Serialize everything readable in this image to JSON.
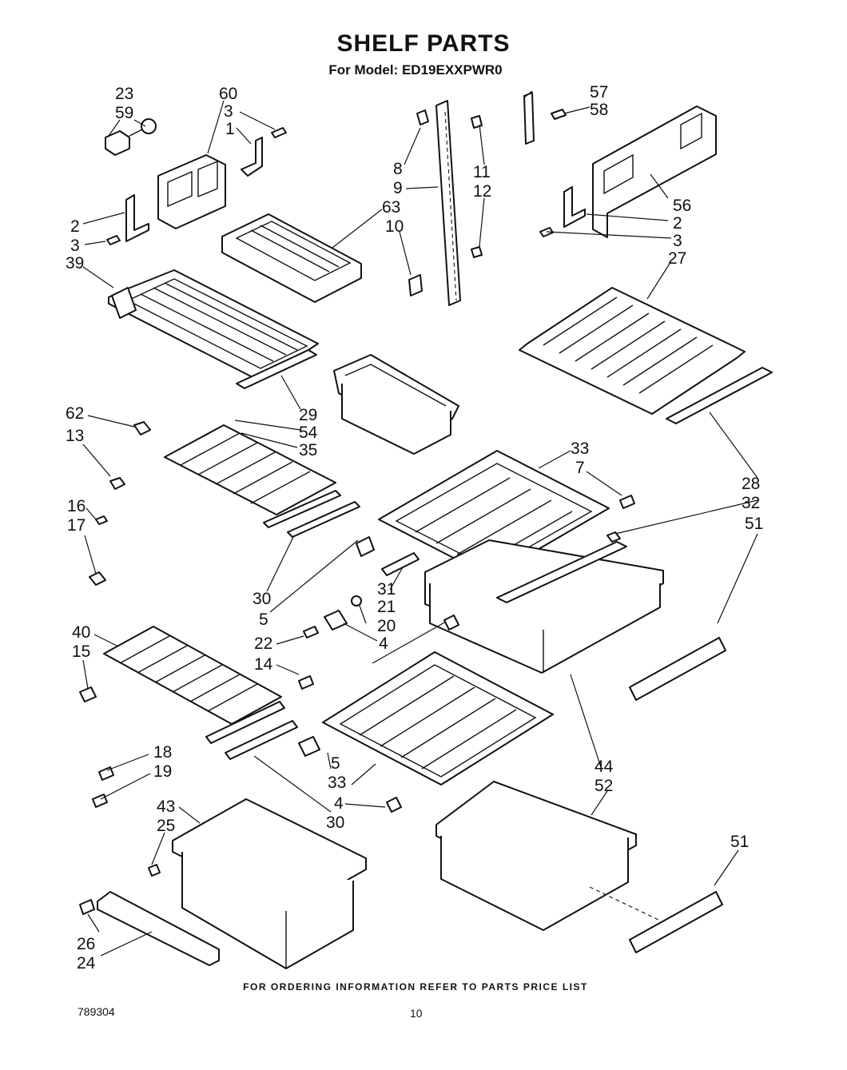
{
  "header": {
    "title": "SHELF PARTS",
    "model_line": "For Model: ED19EXXPWR0"
  },
  "footer": {
    "ordering_note": "FOR ORDERING INFORMATION REFER TO PARTS PRICE LIST",
    "document_number": "789304",
    "page_number": "10"
  },
  "callouts": [
    "23",
    "59",
    "60",
    "3",
    "1",
    "57",
    "58",
    "8",
    "9",
    "11",
    "12",
    "56",
    "2",
    "3",
    "2",
    "3",
    "63",
    "10",
    "39",
    "27",
    "29",
    "54",
    "62",
    "35",
    "13",
    "33",
    "7",
    "28",
    "32",
    "16",
    "17",
    "51",
    "30",
    "5",
    "31",
    "21",
    "20",
    "22",
    "4",
    "14",
    "40",
    "15",
    "18",
    "19",
    "5",
    "33",
    "44",
    "52",
    "43",
    "25",
    "4",
    "30",
    "51",
    "26",
    "24"
  ]
}
